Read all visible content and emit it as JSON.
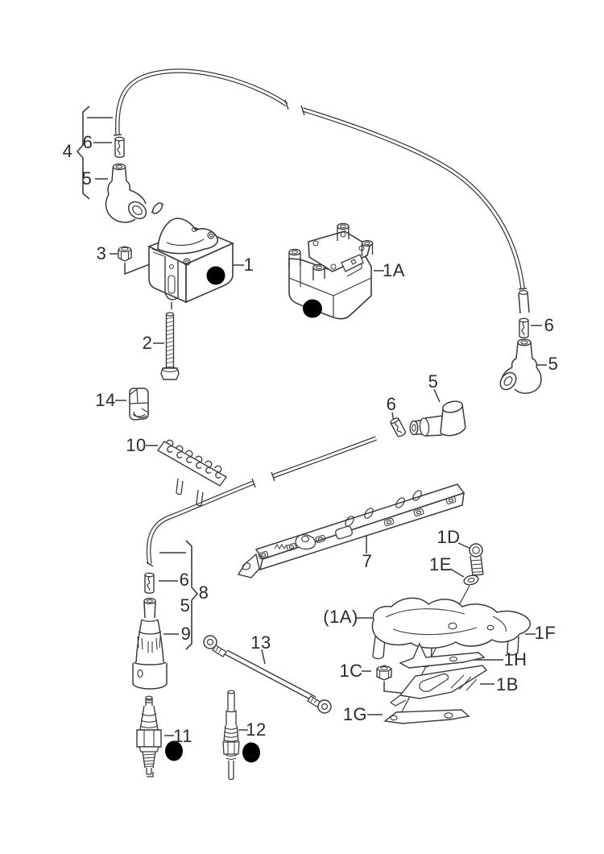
{
  "diagram": {
    "type": "exploded-parts-diagram",
    "subject": "ignition system: coils, spark plug connectors, cables, plugs and brackets",
    "colors": {
      "background": "#ffffff",
      "line": "#3a3a3a",
      "label": "#2b2b2b",
      "callout_dot": "#000000"
    },
    "labels": [
      {
        "text": "4"
      },
      {
        "text": "6"
      },
      {
        "text": "5"
      },
      {
        "text": "3"
      },
      {
        "text": "1"
      },
      {
        "text": "1A"
      },
      {
        "text": "2"
      },
      {
        "text": "14"
      },
      {
        "text": "10"
      },
      {
        "text": "6"
      },
      {
        "text": "5"
      },
      {
        "text": "6"
      },
      {
        "text": "5"
      },
      {
        "text": "7"
      },
      {
        "text": "1D"
      },
      {
        "text": "1E"
      },
      {
        "text": "(1A)"
      },
      {
        "text": "1F"
      },
      {
        "text": "1H"
      },
      {
        "text": "1B"
      },
      {
        "text": "1C"
      },
      {
        "text": "1G"
      },
      {
        "text": "8"
      },
      {
        "text": "6"
      },
      {
        "text": "5"
      },
      {
        "text": "9"
      },
      {
        "text": "13"
      },
      {
        "text": "11"
      },
      {
        "text": "12"
      }
    ],
    "callout_dots": [
      {
        "near_part": "1"
      },
      {
        "near_part": "1A"
      },
      {
        "near_part": "11"
      },
      {
        "near_part": "12"
      }
    ]
  }
}
